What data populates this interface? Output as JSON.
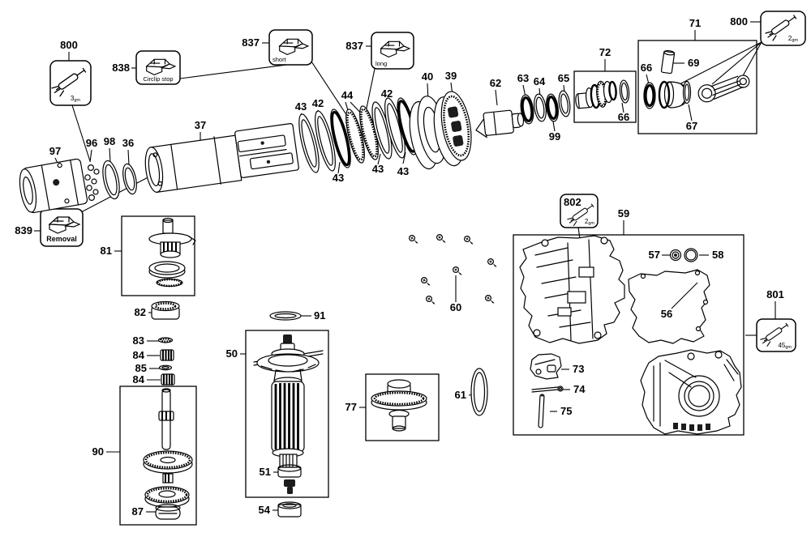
{
  "page": {
    "background": "#ffffff",
    "ink": "#000000"
  },
  "part_labels": {
    "l36": "36",
    "l37": "37",
    "l39": "39",
    "l40": "40",
    "l42a": "42",
    "l42b": "42",
    "l43a": "43",
    "l43b": "43",
    "l43c": "43",
    "l43d": "43",
    "l44": "44",
    "l50": "50",
    "l51": "51",
    "l54": "54",
    "l56": "56",
    "l57": "57",
    "l58": "58",
    "l59": "59",
    "l60": "60",
    "l61": "61",
    "l62": "62",
    "l63": "63",
    "l64": "64",
    "l65": "65",
    "l66a": "66",
    "l66b": "66",
    "l67": "67",
    "l69": "69",
    "l71": "71",
    "l72": "72",
    "l73": "73",
    "l74": "74",
    "l75": "75",
    "l77": "77",
    "l81": "81",
    "l82": "82",
    "l83": "83",
    "l84a": "84",
    "l84b": "84",
    "l85": "85",
    "l87": "87",
    "l90": "90",
    "l91": "91",
    "l96": "96",
    "l97": "97",
    "l98": "98",
    "l99": "99"
  },
  "callout_boxes": {
    "grease_800_left": {
      "label": "800",
      "qty": "3",
      "unit": "gm"
    },
    "grease_800_right": {
      "label": "800",
      "qty": "2",
      "unit": "gm"
    },
    "grease_801": {
      "label": "801",
      "qty": "45",
      "unit": "gm"
    },
    "grease_802": {
      "label": "802",
      "qty": "2",
      "unit": "gm"
    },
    "tool_838": {
      "label": "838",
      "caption": "Circlip stop"
    },
    "tool_837_short": {
      "label": "837",
      "caption": "short"
    },
    "tool_837_long": {
      "label": "837",
      "caption": "long"
    },
    "tool_839": {
      "label": "839",
      "caption": "Removal"
    }
  }
}
